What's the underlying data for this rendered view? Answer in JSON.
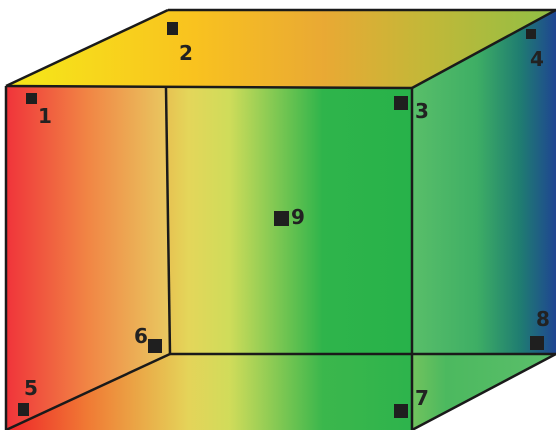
{
  "colors": {
    "red": "#ee2229",
    "orange": "#f07a34",
    "yellow": "#e4d65a",
    "green": "#27b24a",
    "teal": "#1f7a73",
    "blue": "#1e3f96",
    "marker": "#1f1f1f",
    "edge": "#1a1a1a"
  },
  "points": [
    {
      "id": "p1",
      "label": "1"
    },
    {
      "id": "p2",
      "label": "2"
    },
    {
      "id": "p3",
      "label": "3"
    },
    {
      "id": "p4",
      "label": "4"
    },
    {
      "id": "p5",
      "label": "5"
    },
    {
      "id": "p6",
      "label": "6"
    },
    {
      "id": "p7",
      "label": "7"
    },
    {
      "id": "p8",
      "label": "8"
    },
    {
      "id": "p9",
      "label": "9"
    }
  ]
}
